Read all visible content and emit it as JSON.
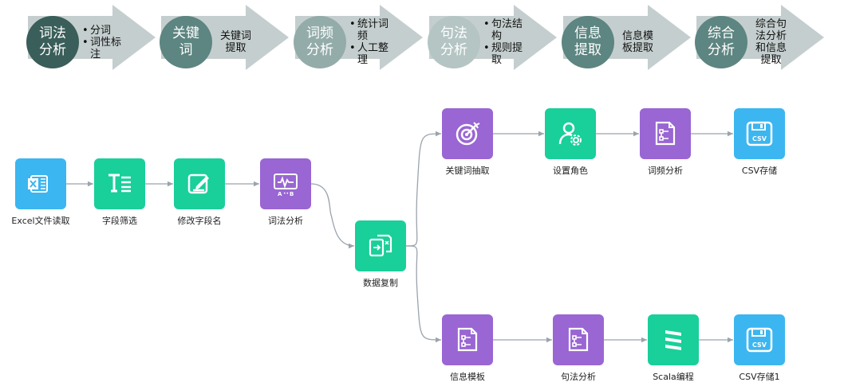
{
  "colors": {
    "arrow": "#c5cece",
    "circle_dark": "#3a5e5a",
    "circle_mid": "#5d8581",
    "circle_light": "#93aca9",
    "circle_pale": "#b4c5c3",
    "green": "#19cf9a",
    "purple": "#9966d3",
    "blue": "#3bb6f0",
    "connector": "#9aa4ad"
  },
  "steps": [
    {
      "circle": [
        "词法",
        "分析"
      ],
      "items": [
        [
          "分词"
        ],
        [
          "词性标",
          "注"
        ]
      ],
      "bullets": true
    },
    {
      "circle": [
        "关键",
        "词"
      ],
      "items": [
        [
          "关键词",
          "提取"
        ]
      ],
      "bullets": false
    },
    {
      "circle": [
        "词频",
        "分析"
      ],
      "items": [
        [
          "统计词",
          "频"
        ],
        [
          "人工整",
          "理"
        ]
      ],
      "bullets": true
    },
    {
      "circle": [
        "句法",
        "分析"
      ],
      "items": [
        [
          "句法结",
          "构"
        ],
        [
          "规则提",
          "取"
        ]
      ],
      "bullets": true
    },
    {
      "circle": [
        "信息",
        "提取"
      ],
      "items": [
        [
          "信息模",
          "板提取"
        ]
      ],
      "bullets": false
    },
    {
      "circle": [
        "综合",
        "分析"
      ],
      "items": [
        [
          "综合句",
          "法分析",
          "和信息",
          "提取"
        ]
      ],
      "bullets": false
    }
  ],
  "nodes": [
    {
      "id": "excel",
      "label": "Excel文件读取",
      "icon": "excel-icon",
      "color": "blue"
    },
    {
      "id": "field-filter",
      "label": "字段筛选",
      "icon": "field-filter-icon",
      "color": "green"
    },
    {
      "id": "rename",
      "label": "修改字段名",
      "icon": "edit-icon",
      "color": "green"
    },
    {
      "id": "lexical",
      "label": "词法分析",
      "icon": "lexical-analysis-icon",
      "color": "purple"
    },
    {
      "id": "copy",
      "label": "数据复制",
      "icon": "data-copy-icon",
      "color": "green"
    },
    {
      "id": "keyword",
      "label": "关键词抽取",
      "icon": "target-icon",
      "color": "purple"
    },
    {
      "id": "role",
      "label": "设置角色",
      "icon": "user-settings-icon",
      "color": "green"
    },
    {
      "id": "freq",
      "label": "词频分析",
      "icon": "template-icon",
      "color": "purple"
    },
    {
      "id": "csv1",
      "label": "CSV存储",
      "icon": "csv-save-icon",
      "color": "blue"
    },
    {
      "id": "info",
      "label": "信息模板",
      "icon": "template-icon",
      "color": "purple"
    },
    {
      "id": "syntax",
      "label": "句法分析",
      "icon": "template-icon",
      "color": "purple"
    },
    {
      "id": "scala",
      "label": "Scala编程",
      "icon": "scala-icon",
      "color": "green"
    },
    {
      "id": "csv2",
      "label": "CSV存储1",
      "icon": "csv-save-icon",
      "color": "blue"
    }
  ],
  "edges": [
    [
      "excel",
      "field-filter"
    ],
    [
      "field-filter",
      "rename"
    ],
    [
      "rename",
      "lexical"
    ],
    [
      "lexical",
      "copy"
    ],
    [
      "copy",
      "keyword"
    ],
    [
      "copy",
      "info"
    ],
    [
      "keyword",
      "role"
    ],
    [
      "role",
      "freq"
    ],
    [
      "freq",
      "csv1"
    ],
    [
      "info",
      "syntax"
    ],
    [
      "syntax",
      "scala"
    ],
    [
      "scala",
      "csv2"
    ]
  ]
}
